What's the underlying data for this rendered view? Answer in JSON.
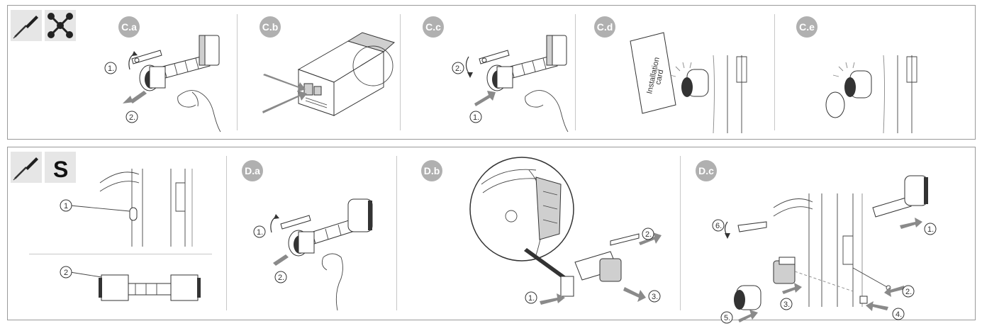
{
  "top_panel": {
    "steps": [
      {
        "badge": "C.a",
        "callouts": [
          "1.",
          "2."
        ]
      },
      {
        "badge": "C.b",
        "callouts": []
      },
      {
        "badge": "C.c",
        "callouts": [
          "2.",
          "1."
        ]
      },
      {
        "badge": "C.d",
        "card_text": [
          "Installation",
          "card"
        ],
        "callouts": []
      },
      {
        "badge": "C.e",
        "callouts": []
      }
    ],
    "icons": [
      "screwdriver-icon",
      "network-icon"
    ]
  },
  "bottom_panel": {
    "steps": [
      {
        "badge": "",
        "callouts": [
          "1",
          "2"
        ]
      },
      {
        "badge": "D.a",
        "callouts": [
          "1.",
          "2."
        ]
      },
      {
        "badge": "D.b",
        "callouts": [
          "2.",
          "1.",
          "3."
        ]
      },
      {
        "badge": "D.c",
        "callouts": [
          "6.",
          "1.",
          "2.",
          "3.",
          "4.",
          "5."
        ]
      }
    ],
    "icons": [
      "screwdriver-icon",
      "s-letter-icon"
    ],
    "s_icon_text": "S"
  }
}
